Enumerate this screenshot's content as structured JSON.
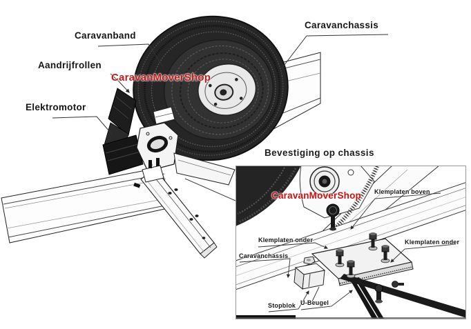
{
  "colors": {
    "watermark_red_main": "#c31b1b",
    "watermark_red_inset": "#cc0f0f",
    "label_color": "#161616",
    "line_art": "#222222",
    "inset_border": "#999999"
  },
  "main": {
    "labels": {
      "caravanband": "Caravanband",
      "aandrijfrollen": "Aandrijfrollen",
      "elektromotor": "Elektromotor",
      "caravanchassis": "Caravanchassis",
      "watermark": "CaravanMoverShop"
    }
  },
  "inset": {
    "title": "Bevestiging op chassis",
    "labels": {
      "klemplaten_boven": "Klemplaten boven",
      "klemplaten_onder_left": "Klemplaten onder",
      "klemplaten_onder_right": "Klemplaten onder",
      "caravanchassis": "Caravanchassis",
      "stopblok": "Stopblok",
      "u_beugel": "U-Beugel",
      "watermark": "CaravanMoverShop"
    }
  }
}
